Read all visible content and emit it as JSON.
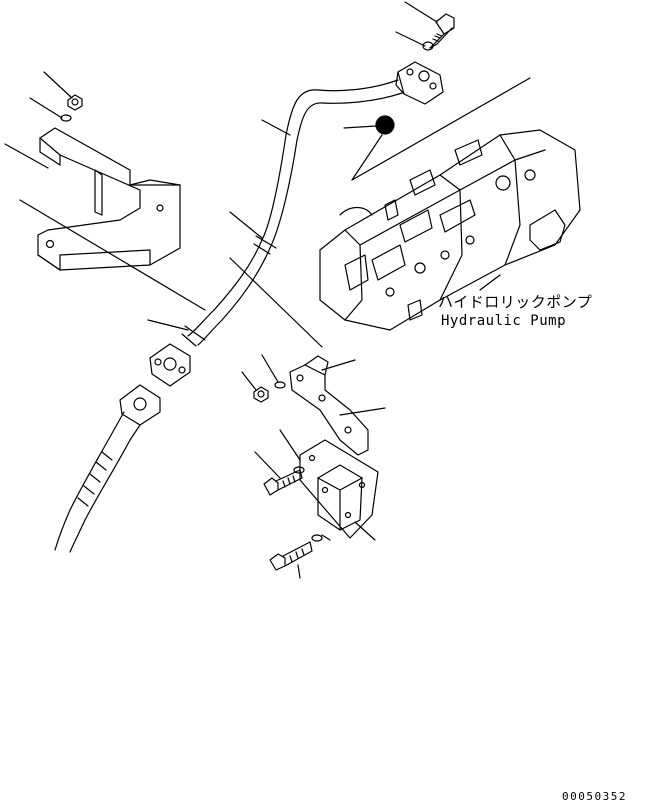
{
  "labels": {
    "pump_jp": "ハイドロリックポンプ",
    "pump_en": "Hydraulic Pump",
    "drawing_code": "00050352"
  },
  "colors": {
    "line": "#000000",
    "background": "#ffffff"
  }
}
